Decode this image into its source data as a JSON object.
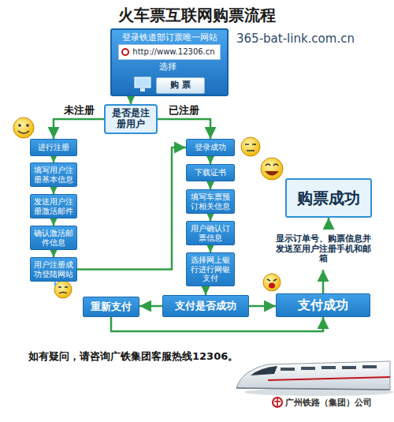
{
  "diagram": {
    "title": "火车票互联网购票流程",
    "nodes": [
      {
        "text": [
          "登录铁道部订票唯一网站",
          "选择"
        ]
      },
      {
        "text": [
          "http://www.12306.cn"
        ],
        "in": 0
      },
      {
        "text": [
          "购 票"
        ],
        "in": 0
      },
      {
        "text": [
          "是否是注册用户"
        ]
      },
      {
        "text": [
          "进行注册"
        ]
      },
      {
        "text": [
          "填写用户注册基本信息"
        ]
      },
      {
        "text": [
          "发送用户注册激活邮件"
        ]
      },
      {
        "text": [
          "确认激活邮件信息"
        ]
      },
      {
        "text": [
          "用户注册成功登陆网站"
        ]
      },
      {
        "text": [
          "登录成功"
        ]
      },
      {
        "text": [
          "下载证书"
        ]
      },
      {
        "text": [
          "填写车票预订相关信息"
        ]
      },
      {
        "text": [
          "用户确认订票信息"
        ]
      },
      {
        "text": [
          "选择网上银行进行网银支付"
        ]
      },
      {
        "text": [
          "重新支付"
        ]
      },
      {
        "text": [
          "支付是否成功"
        ]
      },
      {
        "text": [
          "支付成功"
        ]
      },
      {
        "text": [
          "显示订单号、购票信息并发送至用户注册手机和邮箱"
        ]
      },
      {
        "text": [
          "购票成功"
        ]
      }
    ],
    "edges": [
      {
        "from": 0,
        "to": 3,
        "arrow": "to"
      },
      {
        "from": 3,
        "to": 4,
        "label": "未注册",
        "arrow": "to"
      },
      {
        "from": 3,
        "to": 9,
        "label": "已注册",
        "arrow": "to"
      },
      {
        "from": 4,
        "to": 5,
        "arrow": "to"
      },
      {
        "from": 5,
        "to": 6,
        "arrow": "to"
      },
      {
        "from": 6,
        "to": 7,
        "arrow": "to"
      },
      {
        "from": 7,
        "to": 8,
        "arrow": "to"
      },
      {
        "from": 8,
        "to": 9,
        "arrow": "to"
      },
      {
        "from": 9,
        "to": 10,
        "arrow": "to"
      },
      {
        "from": 10,
        "to": 11,
        "arrow": "to"
      },
      {
        "from": 11,
        "to": 12,
        "arrow": "to"
      },
      {
        "from": 12,
        "to": 13,
        "arrow": "to"
      },
      {
        "from": 13,
        "to": 15,
        "arrow": "to"
      },
      {
        "from": 15,
        "to": 14,
        "arrow": "to"
      },
      {
        "from": 15,
        "to": 16,
        "arrow": "to"
      },
      {
        "from": 14,
        "to": 16,
        "arrow": "to"
      },
      {
        "from": 16,
        "to": 17,
        "arrow": "to"
      },
      {
        "from": 17,
        "to": 18,
        "arrow": "to"
      }
    ],
    "labels": [
      "365-bat-link.com.cn",
      "如有疑问，请咨询广铁集团客服热线12306。",
      "广州铁路（集团）公司"
    ]
  }
}
